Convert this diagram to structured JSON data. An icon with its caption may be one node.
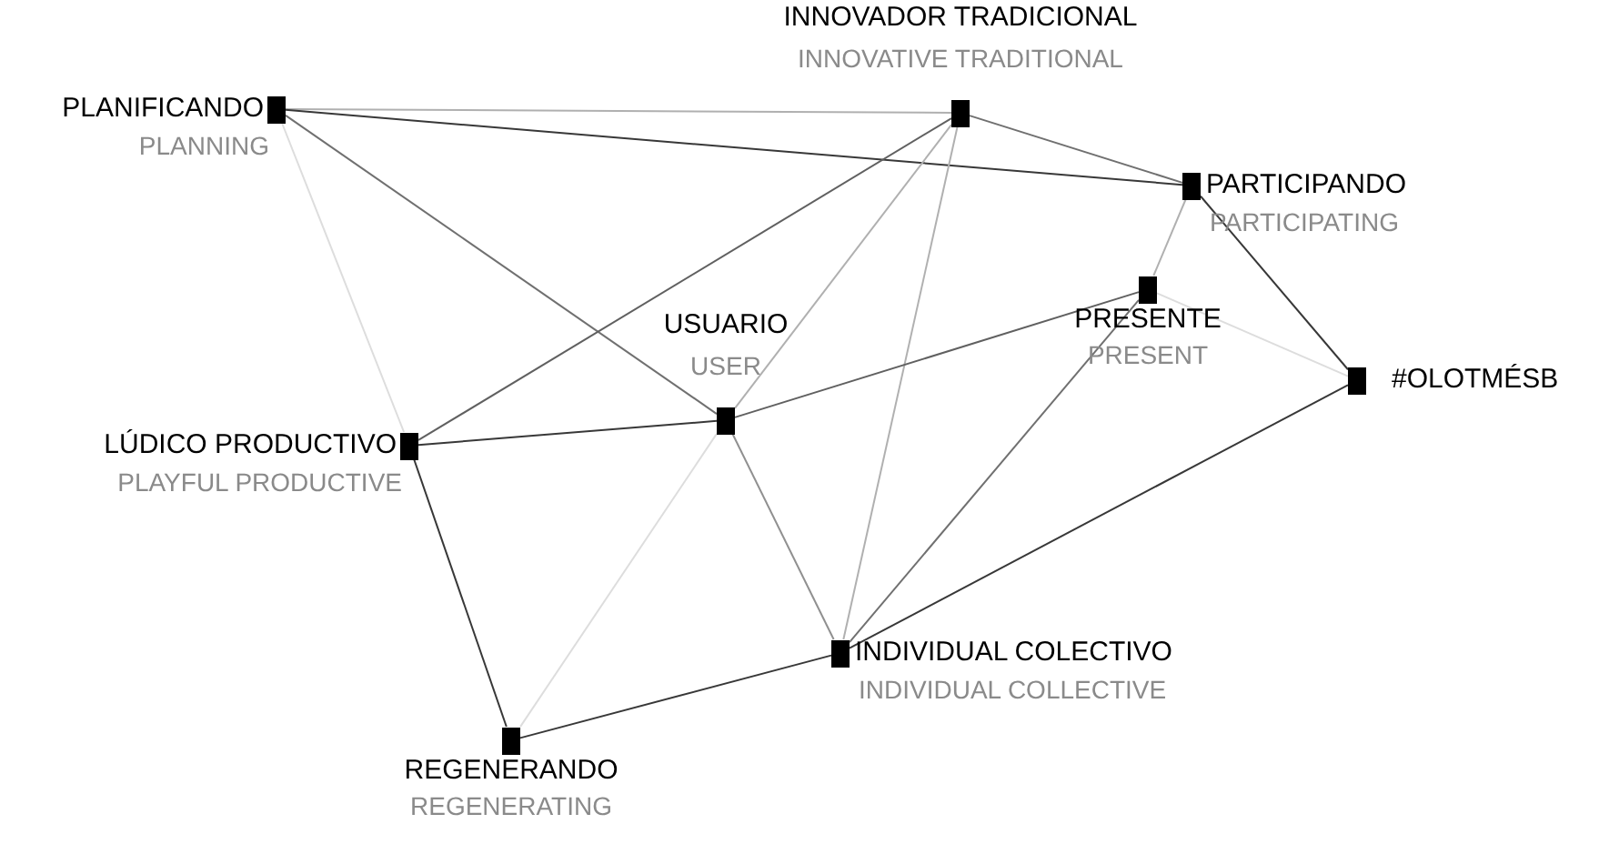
{
  "diagram": {
    "nodes": [
      {
        "text": [
          "PLANIFICANDO",
          "PLANNING"
        ]
      },
      {
        "text": [
          "INNOVADOR TRADICIONAL",
          "INNOVATIVE TRADITIONAL"
        ]
      },
      {
        "text": [
          "PARTICIPANDO",
          "PARTICIPATING"
        ]
      },
      {
        "text": [
          "PRESENTE",
          "PRESENT"
        ]
      },
      {
        "text": [
          "USUARIO",
          "USER"
        ]
      },
      {
        "text": [
          "#OLOTMÉSB"
        ]
      },
      {
        "text": [
          "LÚDICO PRODUCTIVO",
          "PLAYFUL PRODUCTIVE"
        ]
      },
      {
        "text": [
          "INDIVIDUAL COLECTIVO",
          "INDIVIDUAL COLLECTIVE"
        ]
      },
      {
        "text": [
          "REGENERANDO",
          "REGENERATING"
        ]
      }
    ],
    "edges": [
      {
        "from": 0,
        "to": 1,
        "arrow": "none",
        "color": "#b0b0b0"
      },
      {
        "from": 0,
        "to": 2,
        "arrow": "none"
      },
      {
        "from": 0,
        "to": 4,
        "arrow": "none",
        "color": "#707070"
      },
      {
        "from": 0,
        "to": 6,
        "arrow": "none",
        "color": "#dddddd"
      },
      {
        "from": 1,
        "to": 2,
        "arrow": "none",
        "color": "#707070"
      },
      {
        "from": 1,
        "to": 6,
        "arrow": "none",
        "color": "#606060"
      },
      {
        "from": 1,
        "to": 4,
        "arrow": "none",
        "color": "#b0b0b0"
      },
      {
        "from": 1,
        "to": 7,
        "arrow": "none",
        "color": "#b0b0b0"
      },
      {
        "from": 2,
        "to": 3,
        "arrow": "none",
        "color": "#b0b0b0"
      },
      {
        "from": 2,
        "to": 5,
        "arrow": "none"
      },
      {
        "from": 3,
        "to": 5,
        "arrow": "none",
        "color": "#dddddd"
      },
      {
        "from": 3,
        "to": 4,
        "arrow": "none",
        "color": "#606060"
      },
      {
        "from": 3,
        "to": 7,
        "arrow": "none",
        "color": "#707070"
      },
      {
        "from": 5,
        "to": 7,
        "arrow": "none"
      },
      {
        "from": 4,
        "to": 6,
        "arrow": "none"
      },
      {
        "from": 4,
        "to": 7,
        "arrow": "none",
        "color": "#909090"
      },
      {
        "from": 4,
        "to": 8,
        "arrow": "none",
        "color": "#dddddd"
      },
      {
        "from": 6,
        "to": 8,
        "arrow": "none"
      },
      {
        "from": 8,
        "to": 7,
        "arrow": "none"
      }
    ]
  }
}
